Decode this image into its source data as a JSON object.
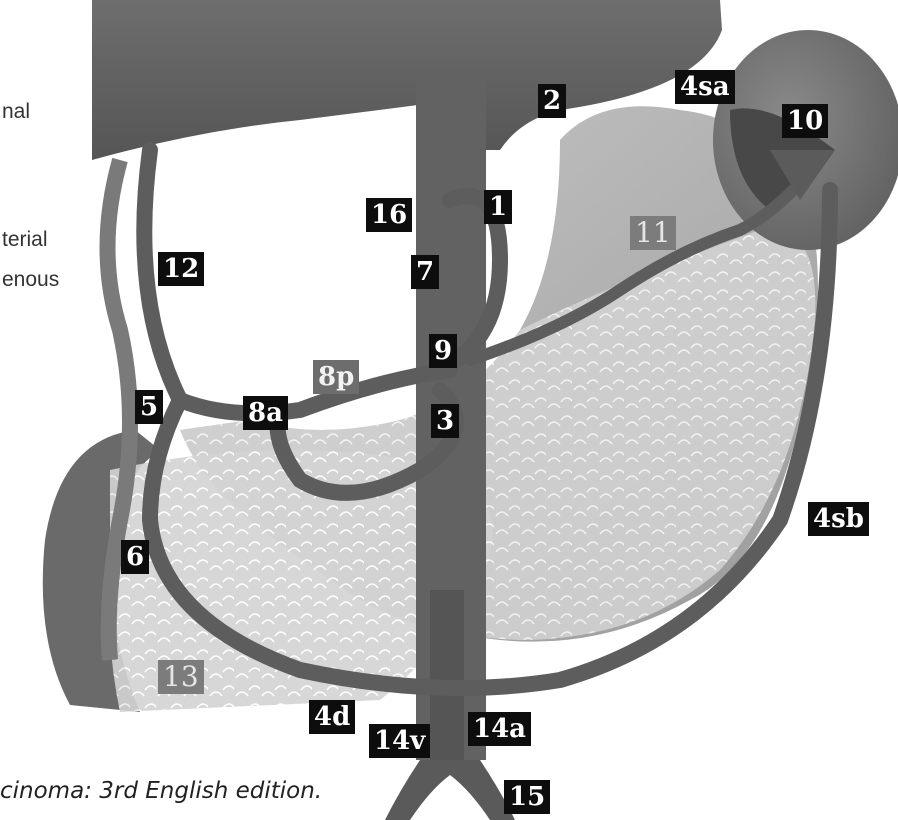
{
  "side_text": [
    "nal",
    "terial",
    "enous"
  ],
  "caption": "cinoma: 3rd English edition.",
  "stations": {
    "s1": "1",
    "s2": "2",
    "s3": "3",
    "s4sa": "4sa",
    "s4sb": "4sb",
    "s4d": "4d",
    "s5": "5",
    "s6": "6",
    "s7": "7",
    "s8a": "8a",
    "s8p": "8p",
    "s9": "9",
    "s10": "10",
    "s11": "11",
    "s12": "12",
    "s13": "13",
    "s14v": "14v",
    "s14a": "14a",
    "s15": "15",
    "s16": "16"
  }
}
